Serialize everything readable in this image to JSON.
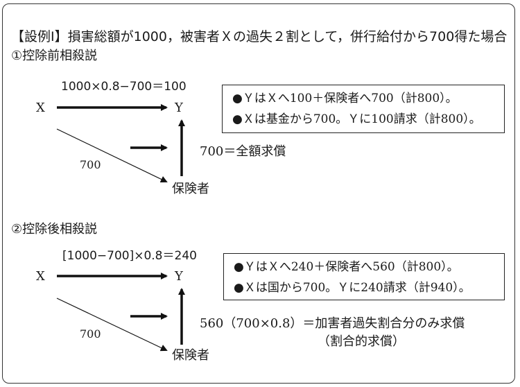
{
  "title": "【設例Ⅰ】損害総額が1000，被害者Ｘの過失２割として，併行給付から700得た場合",
  "section1": {
    "heading": "①控除前相殺説",
    "formula": "1000×0.8−700＝100",
    "node_x": "X",
    "node_y": "Y",
    "node_insurer": "保険者",
    "edge_label": "700",
    "recourse": "700＝全額求償",
    "notes": [
      "●ＹはＸへ100＋保険者へ700（計800）。",
      "●Ｘは基金から700。Ｙに100請求（計800）。"
    ]
  },
  "section2": {
    "heading": "②控除後相殺説",
    "formula": "[1000−700]×0.8＝240",
    "node_x": "X",
    "node_y": "Y",
    "node_insurer": "保険者",
    "edge_label": "700",
    "recourse": "560（700×0.8）＝加害者過失割合分のみ求償",
    "recourse_sub": "（割合的求償）",
    "notes": [
      "●ＹはＸへ240＋保険者へ560（計800）。",
      "●Ｘは国から700。Ｙに240請求（計940）。"
    ]
  }
}
